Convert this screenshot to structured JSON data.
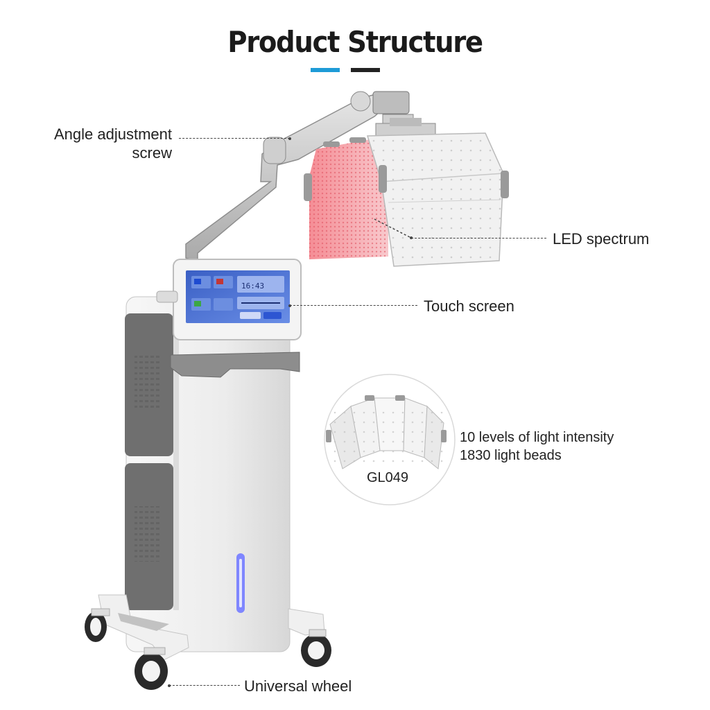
{
  "header": {
    "title": "Product Structure",
    "accent_color": "#1e9bd7",
    "dark_color": "#222222"
  },
  "callouts": {
    "angle_adjustment": [
      "Angle adjustment",
      "screw"
    ],
    "led_spectrum": "LED spectrum",
    "touch_screen": "Touch screen",
    "universal_wheel": "Universal wheel"
  },
  "inset": {
    "model": "GL049",
    "specs": [
      "10 levels of light intensity",
      "1830 light beads"
    ]
  },
  "screen_ui": {
    "time": "16:43"
  }
}
